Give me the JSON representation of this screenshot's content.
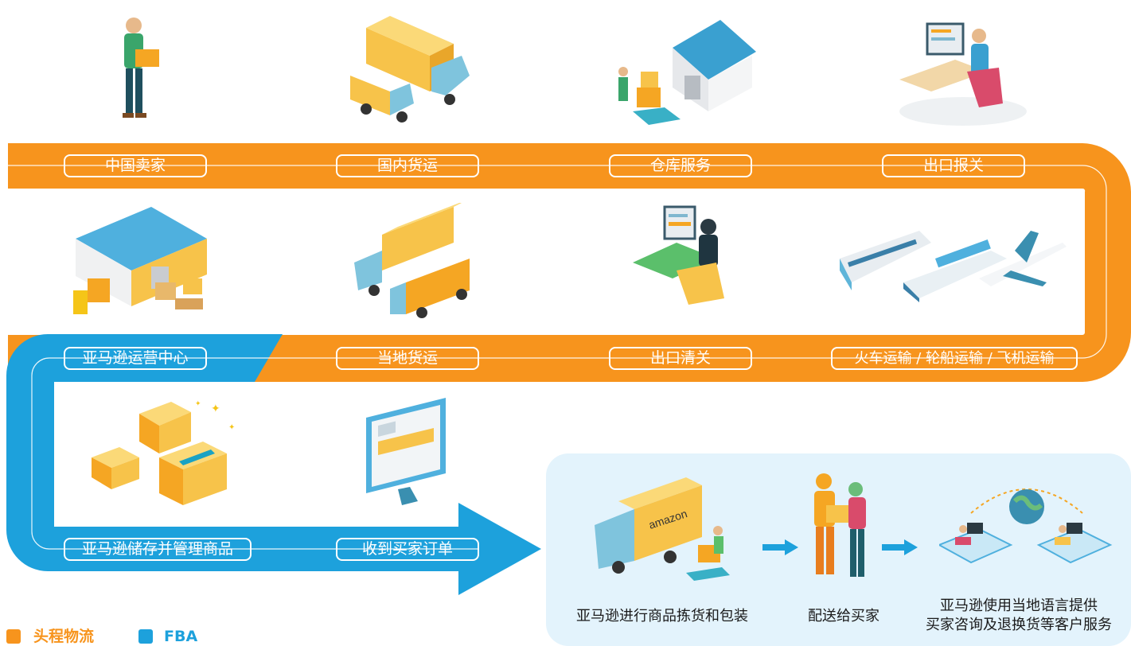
{
  "colors": {
    "first_mile": "#f7941d",
    "fba": "#1da1dc",
    "panel_bg": "#e3f3fc",
    "small_arrow": "#1da1dc"
  },
  "row1": {
    "steps": [
      {
        "label": "中国卖家",
        "icon": "seller-with-box-icon"
      },
      {
        "label": "国内货运",
        "icon": "domestic-trucks-icon"
      },
      {
        "label": "仓库服务",
        "icon": "warehouse-icon"
      },
      {
        "label": "出口报关",
        "icon": "customs-desk-icon"
      }
    ]
  },
  "row2": {
    "steps": [
      {
        "label": "亚马逊运营中心",
        "icon": "fulfillment-center-icon"
      },
      {
        "label": "当地货运",
        "icon": "local-trucks-icon"
      },
      {
        "label": "出口清关",
        "icon": "clearance-desk-icon"
      },
      {
        "label": "火车运输 / 轮船运输 / 飞机运输",
        "icon": "train-ship-plane-icon"
      }
    ]
  },
  "row3": {
    "steps": [
      {
        "label": "亚马逊储存并管理商品",
        "icon": "stored-boxes-icon"
      },
      {
        "label": "收到买家订单",
        "icon": "order-monitor-icon"
      }
    ]
  },
  "fulfillment_panel": {
    "steps": [
      {
        "label": "亚马逊进行商品拣货和包装",
        "icon": "pick-pack-truck-icon"
      },
      {
        "label": "配送给买家",
        "icon": "delivery-handoff-icon"
      },
      {
        "label_line1": "亚马逊使用当地语言提供",
        "label_line2": "买家咨询及退换货等客户服务",
        "icon": "global-support-icon"
      }
    ]
  },
  "legend": {
    "first_mile": "头程物流",
    "fba": "FBA"
  }
}
